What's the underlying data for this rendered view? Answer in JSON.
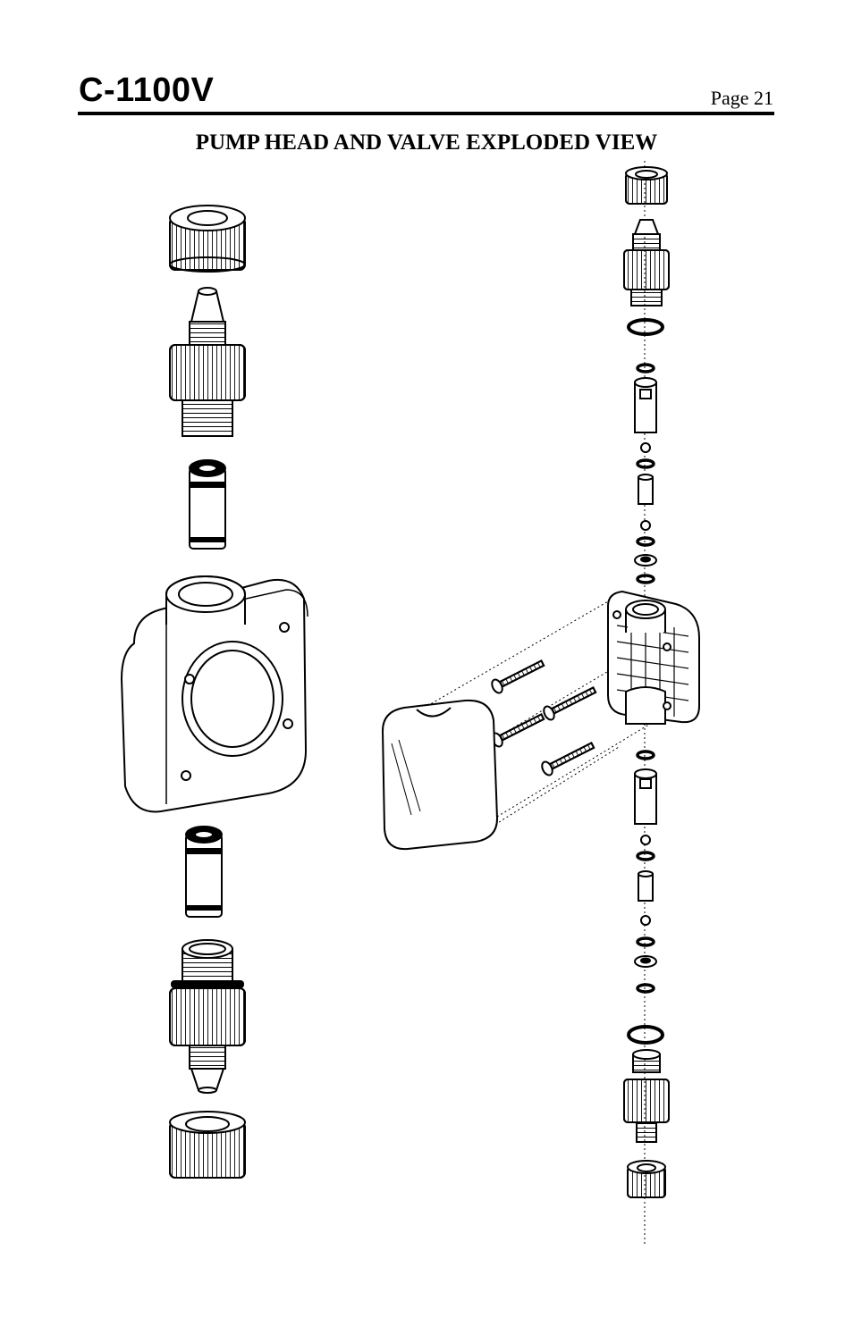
{
  "header": {
    "model": "C-1100V",
    "page_label": "Page 21"
  },
  "title": "PUMP HEAD AND VALVE EXPLODED VIEW",
  "colors": {
    "ink": "#000000",
    "paper": "#ffffff",
    "shade": "#cfcfcf"
  }
}
